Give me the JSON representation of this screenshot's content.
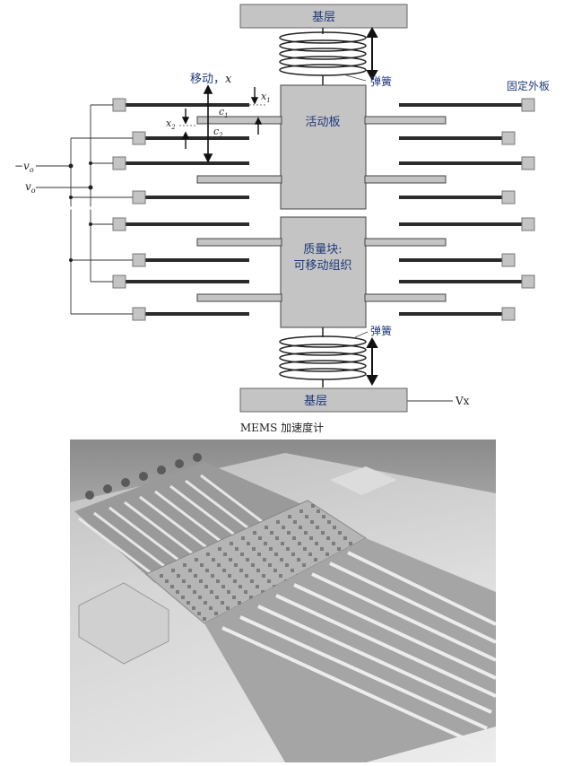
{
  "diagram": {
    "substrate_top": "基层",
    "substrate_bottom": "基层",
    "spring_top": "弹簧",
    "spring_bottom": "弹簧",
    "fixed_plate": "固定外板",
    "movable_plate": "活动板",
    "mass_line1": "质量块:",
    "mass_line2": "可移动组织",
    "motion": "移动，",
    "motion_var": "x",
    "x1": "x",
    "x1_sub": "1",
    "x2": "x",
    "x2_sub": "2",
    "c1": "c",
    "c1_sub": "1",
    "c2": "c",
    "c2_sub": "2",
    "neg_vo": "−v",
    "neg_vo_sub": "o",
    "vo": "v",
    "vo_sub": "o",
    "vx": "Vx"
  },
  "caption": "MEMS 加速度计",
  "colors": {
    "block": "#c4c4c4",
    "block_stroke": "#444444",
    "finger": "#333333",
    "label": "#1f3a7a"
  }
}
